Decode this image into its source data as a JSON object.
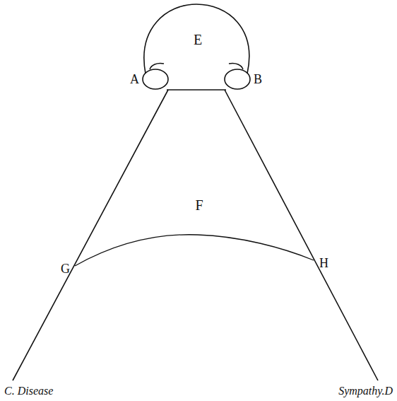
{
  "diagram": {
    "labels": [
      "E",
      "A",
      "B",
      "F",
      "G",
      "H",
      "C. Disease",
      "Sympathy.D"
    ]
  }
}
